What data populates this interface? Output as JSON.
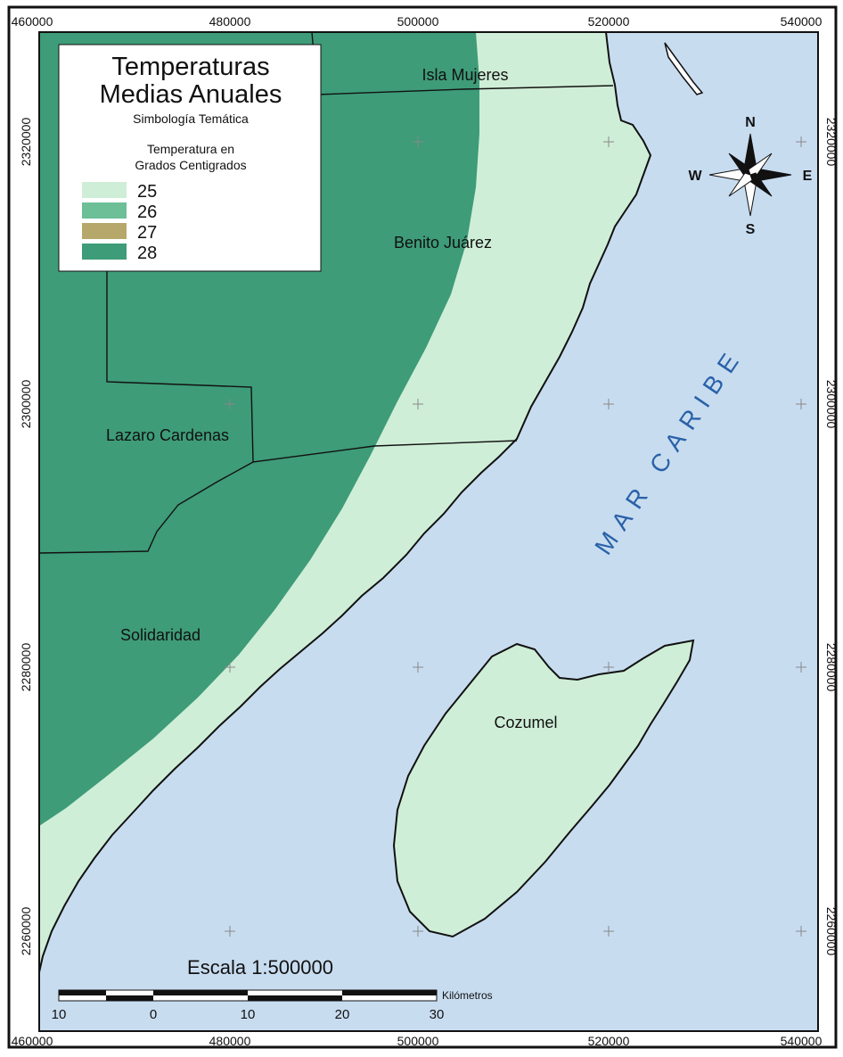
{
  "map": {
    "grid_x_labels": [
      "460000",
      "480000",
      "500000",
      "520000",
      "540000"
    ],
    "grid_y_labels": [
      "2320000",
      "2300000",
      "2280000",
      "2260000"
    ],
    "colors": {
      "sea": "#c8dcf0",
      "t25": "#cfeed7",
      "t26": "#6cbf97",
      "t27": "#b5a86a",
      "t28": "#3e9c78",
      "border": "#111111"
    },
    "municipalities": {
      "isla_mujeres": "Isla Mujeres",
      "benito_juarez": "Benito Juárez",
      "lazaro_cardenas": "Lazaro Cardenas",
      "solidaridad": "Solidaridad",
      "cozumel": "Cozumel"
    },
    "sea_label": "MAR CARIBE"
  },
  "legend": {
    "title_line1": "Temperaturas",
    "title_line2": "Medias Anuales",
    "subtitle": "Simbología Temática",
    "heading_line1": "Temperatura en",
    "heading_line2": "Grados Centigrados",
    "items": [
      {
        "label": "25"
      },
      {
        "label": "26"
      },
      {
        "label": "27"
      },
      {
        "label": "28"
      }
    ]
  },
  "compass": {
    "n": "N",
    "s": "S",
    "e": "E",
    "w": "W"
  },
  "scale": {
    "title": "Escala 1:500000",
    "unit": "Kilómetros",
    "ticks": [
      "10",
      "0",
      "10",
      "20",
      "30"
    ]
  }
}
